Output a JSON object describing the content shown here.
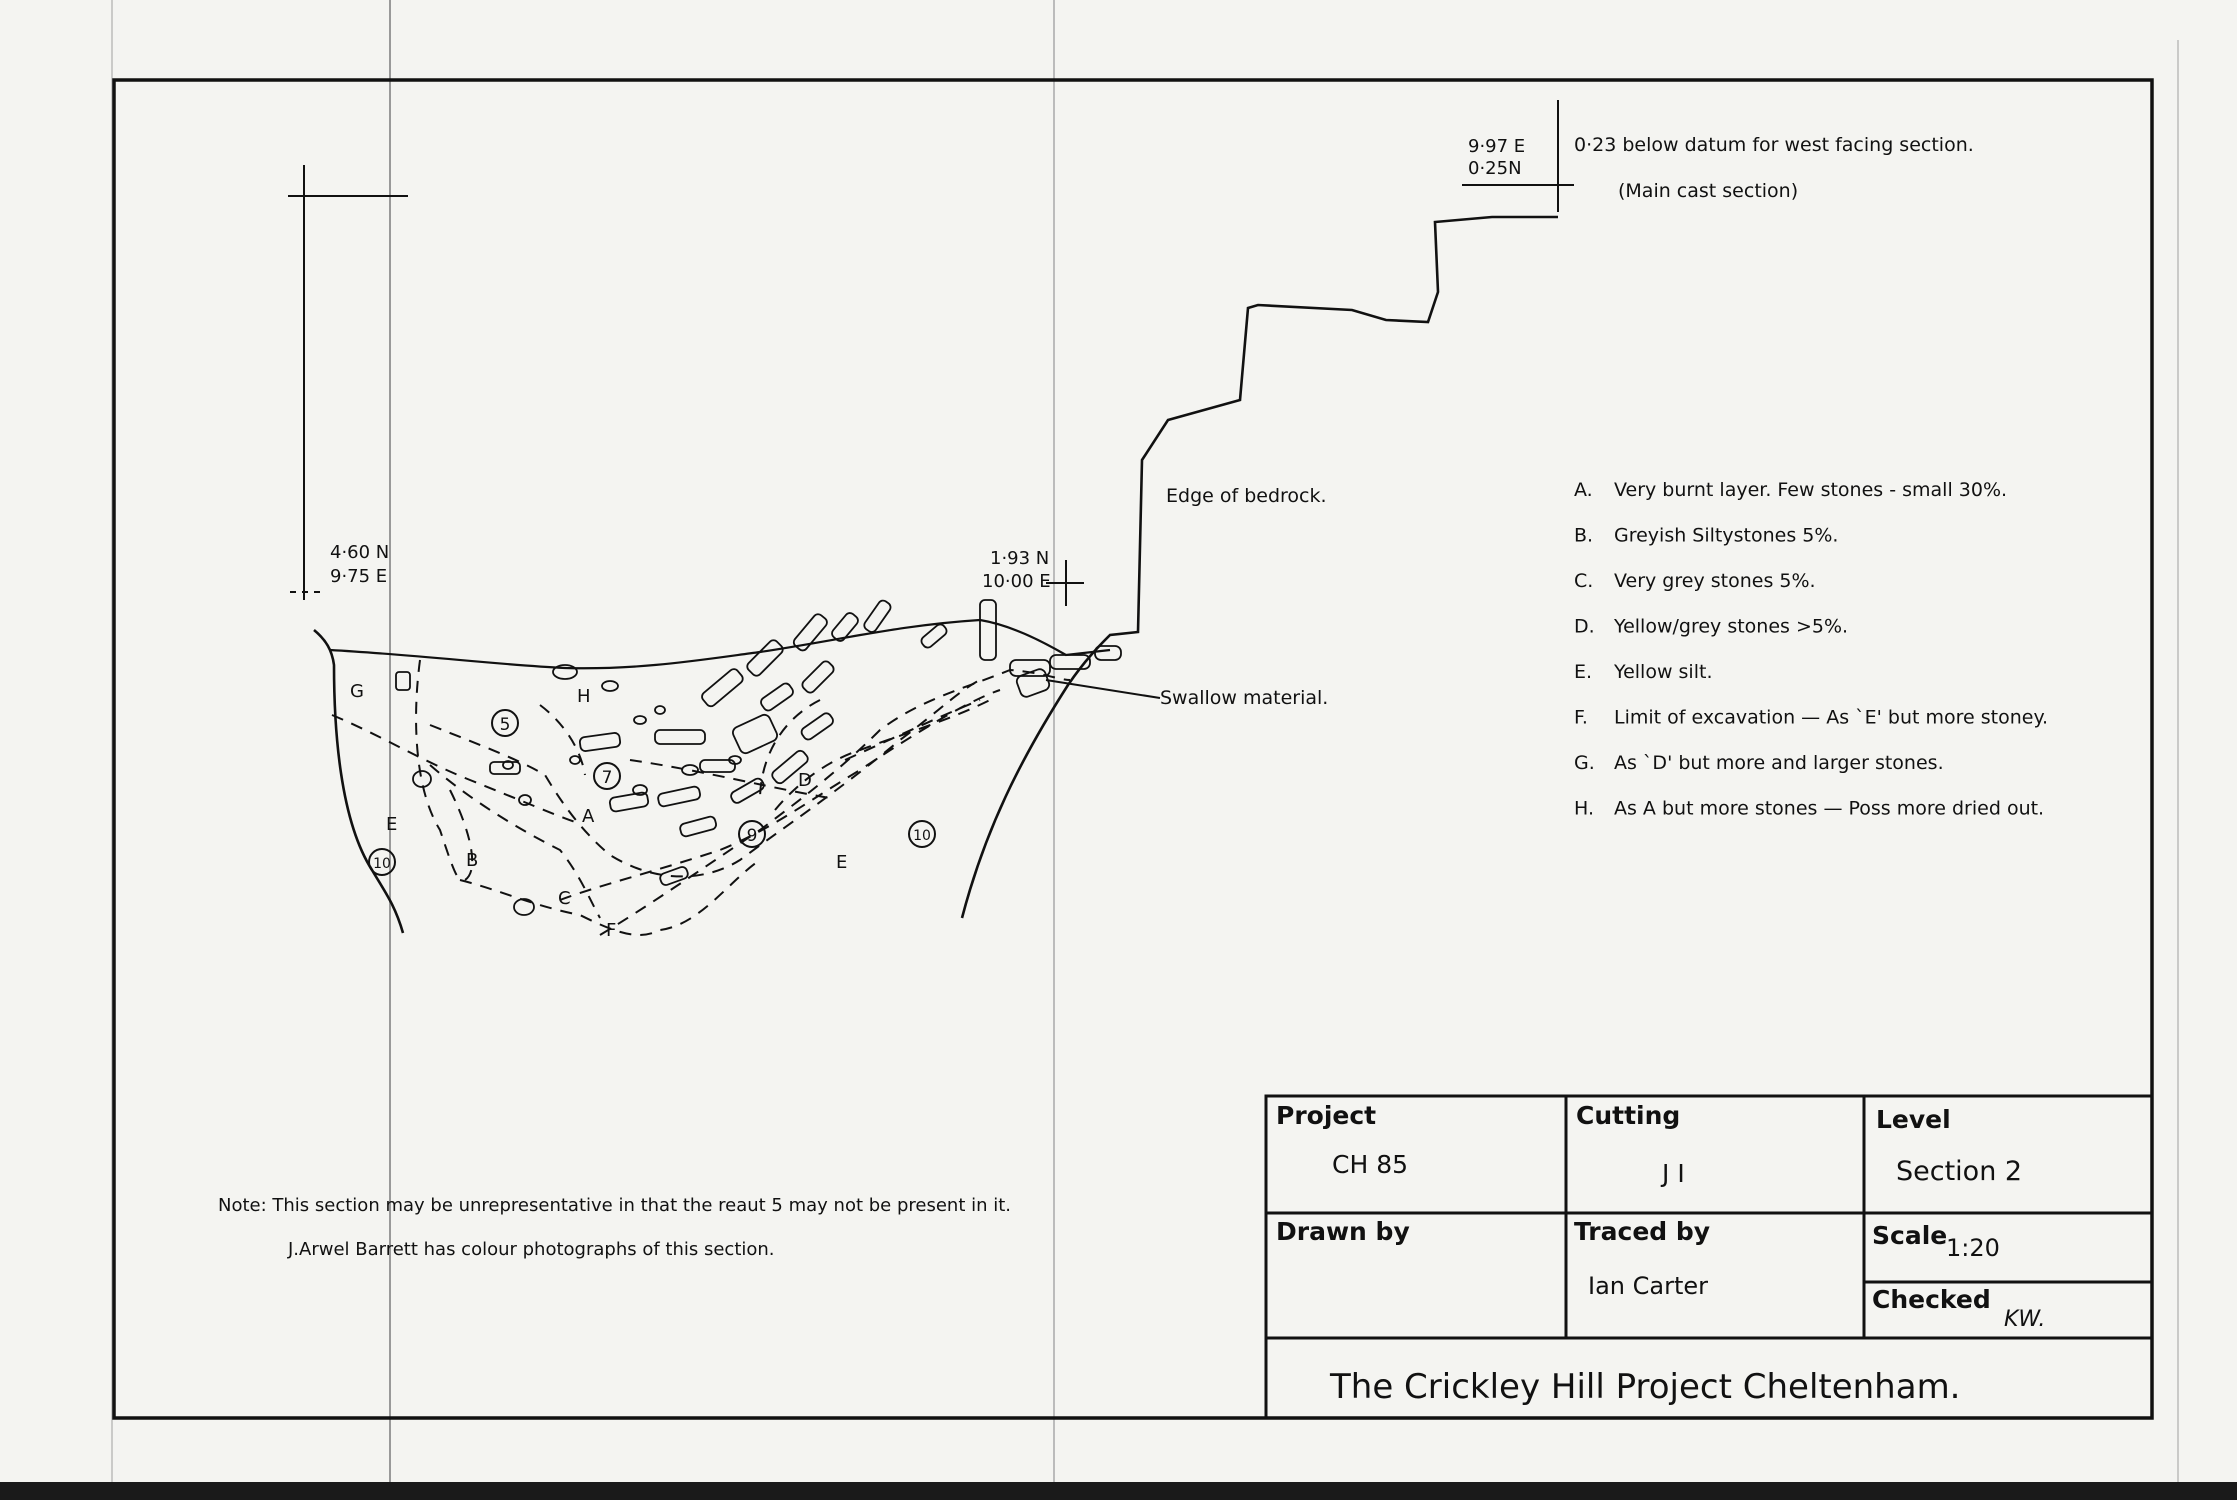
{
  "datum_top": {
    "coord_e": "9·97 E",
    "coord_n": "0·25N",
    "note": "0·23  below  datum  for  west  facing  section.",
    "subnote": "(Main  cast  section)"
  },
  "datum_left": {
    "coord_n": "4·60 N",
    "coord_e": "9·75 E"
  },
  "datum_mid": {
    "coord_n": "1·93 N",
    "coord_e": "10·00 E"
  },
  "section_labels": {
    "edge_of_bedrock": "Edge  of  bedrock.",
    "swallow": "Swallow material.",
    "G": "G",
    "H": "H",
    "E_left": "E",
    "B": "B",
    "C": "C",
    "F": "F",
    "A": "A",
    "D": "D",
    "E_right": "E",
    "circ_5": "5",
    "circ_7": "7",
    "circ_9": "9",
    "circ_10_left": "10",
    "circ_10_right": "10"
  },
  "legend": [
    {
      "key": "A.",
      "text": "Very burnt layer.  Few  stones - small  30%."
    },
    {
      "key": "B.",
      "text": "Greyish   Siltystones   5%."
    },
    {
      "key": "C.",
      "text": "Very grey  stones    5%."
    },
    {
      "key": "D.",
      "text": "Yellow/grey  stones    >5%."
    },
    {
      "key": "E.",
      "text": "Yellow  silt."
    },
    {
      "key": "F.",
      "text": "Limit of excavation — As `E' but more  stoney."
    },
    {
      "key": "G.",
      "text": "As `D'  but more and larger stones."
    },
    {
      "key": "H.",
      "text": "As A  but more stones — Poss more  dried out."
    }
  ],
  "notes": {
    "line1": "Note:   This  section  may  be  unrepresentative   in  that  the  reaut   5  may   not  be  present  in it.",
    "line2": "J.Arwel  Barrett  has  colour  photographs   of  this section."
  },
  "title_block": {
    "project_label": "Project",
    "project_value": "CH 85",
    "cutting_label": "Cutting",
    "cutting_value": "J I",
    "level_label": "Level",
    "level_value": "Section  2",
    "drawn_label": "Drawn by",
    "traced_label": "Traced by",
    "traced_value": "Ian  Carter",
    "scale_label": "Scale",
    "scale_value": "1:20",
    "checked_label": "Checked",
    "checked_value": "KW.",
    "footer": "The  Crickley   Hill  Project   Cheltenham."
  }
}
